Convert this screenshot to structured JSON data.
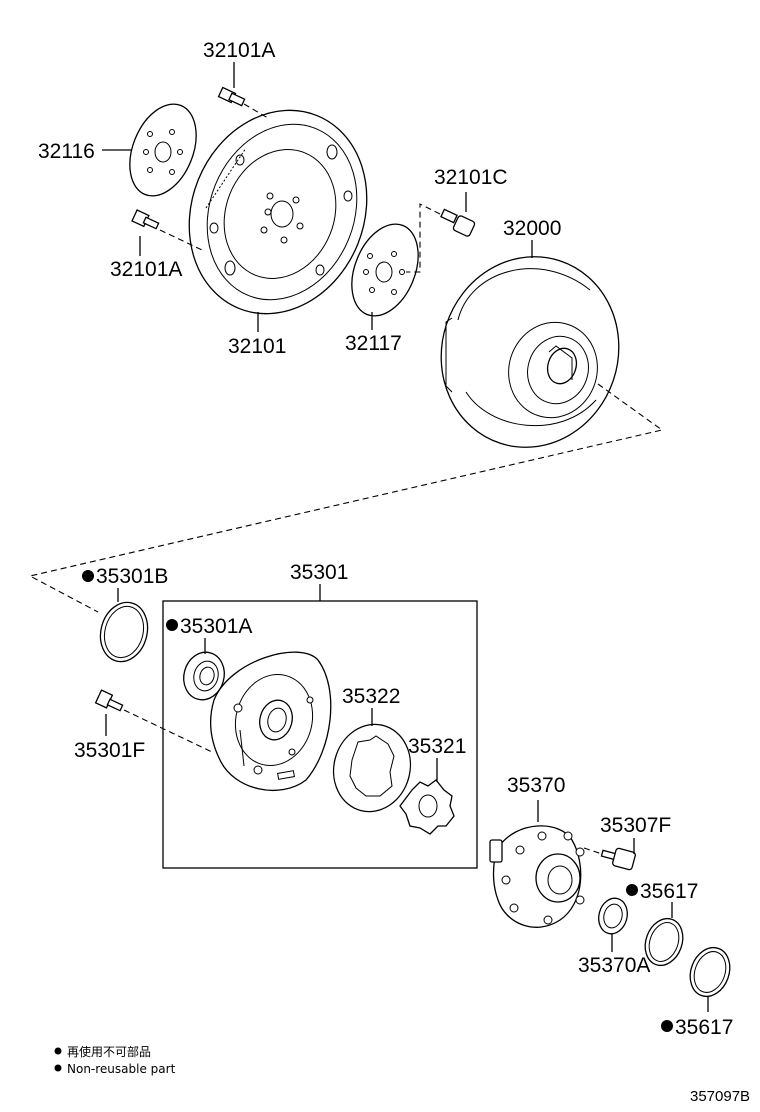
{
  "callouts": {
    "c32101A_top": "32101A",
    "c32116": "32116",
    "c32101A_left": "32101A",
    "c32101": "32101",
    "c32117": "32117",
    "c32101C": "32101C",
    "c32000": "32000",
    "c35301B": "35301B",
    "c35301": "35301",
    "c35301A": "35301A",
    "c35301F": "35301F",
    "c35322": "35322",
    "c35321": "35321",
    "c35370": "35370",
    "c35307F": "35307F",
    "c35617_a": "35617",
    "c35370A": "35370A",
    "c35617_b": "35617"
  },
  "legend": {
    "line_jp": "再使用不可部品",
    "line_en": "Non-reusable part"
  },
  "figure_id": "357097B"
}
